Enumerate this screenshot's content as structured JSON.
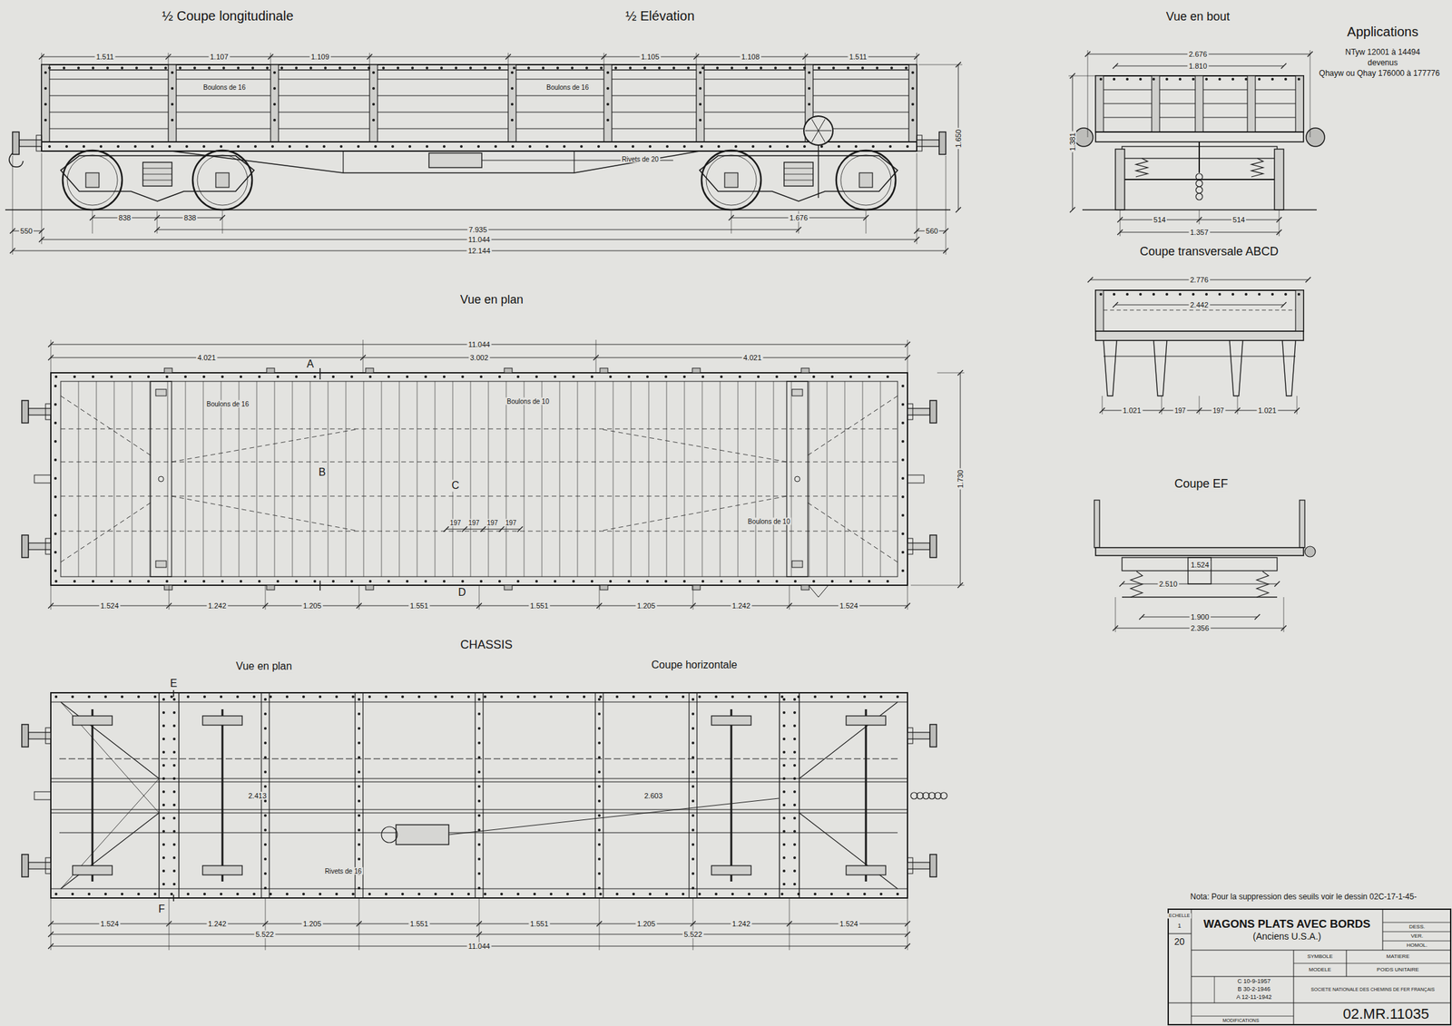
{
  "diagram": {
    "nodes": [
      {
        "text": [
          "WAGONS PLATS AVEC BORDS",
          "(Anciens U.S.A.)"
        ]
      }
    ],
    "labels": [
      "½ Coupe longitudinale",
      "½ Elévation",
      "Vue en bout",
      "Applications",
      "NTyw 12001 à 14494",
      "devenus",
      "Qhayw ou Qhay 176000 à 177776",
      "1.511",
      "1.107",
      "1.109",
      "1.105",
      "1.108",
      "1.511",
      "838",
      "838",
      "1.676",
      "7.935",
      "11.044",
      "12.144",
      "550",
      "560",
      "1.650",
      "Boulons de 16",
      "Boulons de 16",
      "Rivets de 20",
      "Vue en plan",
      "A",
      "4.021",
      "3.002",
      "4.021",
      "11.044",
      "B",
      "C",
      "D",
      "1.524",
      "1.242",
      "1.205",
      "1.551",
      "1.551",
      "1.205",
      "1.242",
      "1.524",
      "1.730",
      "197",
      "197",
      "197",
      "197",
      "Boulons de 16",
      "Boulons de 10",
      "Boulons de 10",
      "CHASSIS",
      "Vue en plan",
      "Coupe horizontale",
      "E",
      "F",
      "2.413",
      "2.603",
      "1.524",
      "1.242",
      "1.205",
      "1.551",
      "1.551",
      "1.205",
      "1.242",
      "1.524",
      "5.522",
      "5.522",
      "11.044",
      "Rivets de 16",
      "2.676",
      "1.810",
      "1.357",
      "514",
      "514",
      "1.381",
      "Coupe transversale ABCD",
      "2.776",
      "2.442",
      "1.021",
      "197",
      "197",
      "1.021",
      "Coupe EF",
      "1.524",
      "2.510",
      "1.900",
      "2.356",
      "Nota: Pour la suppression des seuils voir le dessin 02C-17-1-45-",
      "ECHELLE",
      "1",
      "20",
      "SYMBOLE",
      "MATIERE",
      "MODELE",
      "POIDS UNITAIRE",
      "C 10-9-1957",
      "B 30-2-1946",
      "A 12-11-1942",
      "SOCIETE NATIONALE DES CHEMINS DE FER FRANÇAIS",
      "02.MR.11035",
      "MODIFICATIONS",
      "DESS.",
      "VER.",
      "HOMOL."
    ]
  }
}
